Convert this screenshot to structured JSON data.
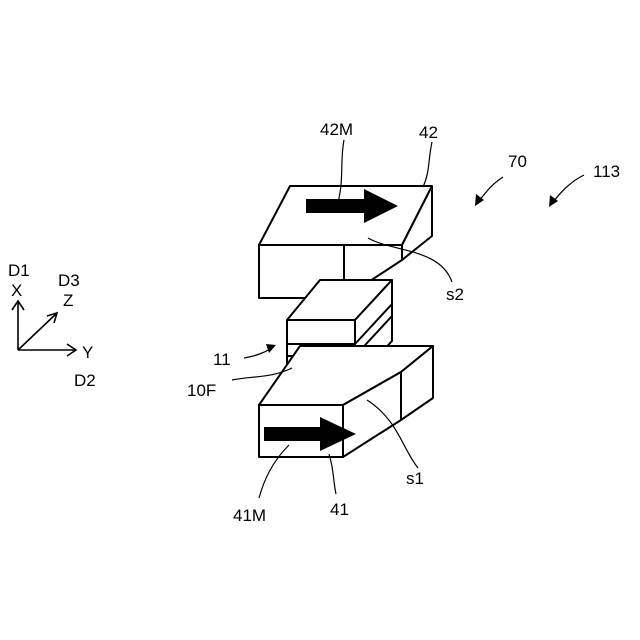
{
  "labels": {
    "ref_42M": "42M",
    "ref_42": "42",
    "ref_70": "70",
    "ref_113": "113",
    "ref_s2": "s2",
    "ref_11": "11",
    "ref_10F": "10F",
    "ref_41M": "41M",
    "ref_41": "41",
    "ref_s1": "s1"
  },
  "axes": {
    "d1": "D1",
    "x": "X",
    "d3": "D3",
    "z": "Z",
    "y": "Y",
    "d2": "D2"
  }
}
